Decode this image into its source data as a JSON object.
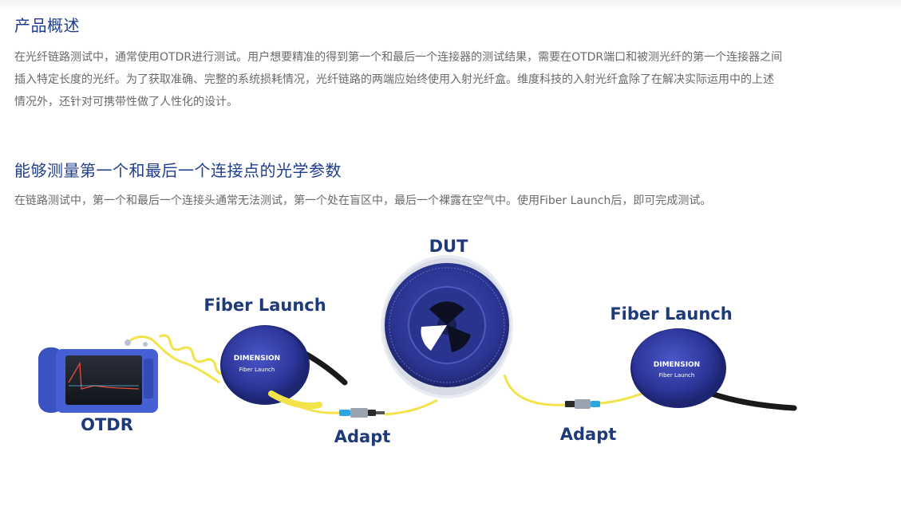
{
  "overview": {
    "title": "产品概述",
    "lines": [
      "在光纤链路测试中，通常使用OTDR进行测试。用户想要精准的得到第一个和最后一个连接器的测试结果，需要在OTDR端口和被测光纤的第一个连接器之间",
      "插入特定长度的光纤。为了获取准确、完整的系统损耗情况，光纤链路的两端应始终使用入射光纤盒。维度科技的入射光纤盒除了在解决实际运用中的上述",
      "情况外，还针对可携带性做了人性化的设计。"
    ]
  },
  "feature": {
    "title": "能够测量第一个和最后一个连接点的光学参数",
    "text": "在链路测试中，第一个和最后一个连接头通常无法测试，第一个处在盲区中，最后一个裸露在空气中。使用Fiber Launch后，即可完成测试。"
  },
  "diagram": {
    "labels": {
      "otdr": "OTDR",
      "fiber_launch_left": "Fiber Launch",
      "dut": "DUT",
      "fiber_launch_right": "Fiber Launch",
      "adapt_left": "Adapt",
      "adapt_right": "Adapt"
    },
    "brand": {
      "name": "DIMENSION",
      "product": "Fiber Launch"
    },
    "colors": {
      "label": "#1e3a78",
      "reel_blue": "#2e3a9e",
      "case_blue": "#2f3aa8",
      "fiber_yellow": "#f2e34a",
      "otdr_blue": "#3d57c9"
    }
  }
}
